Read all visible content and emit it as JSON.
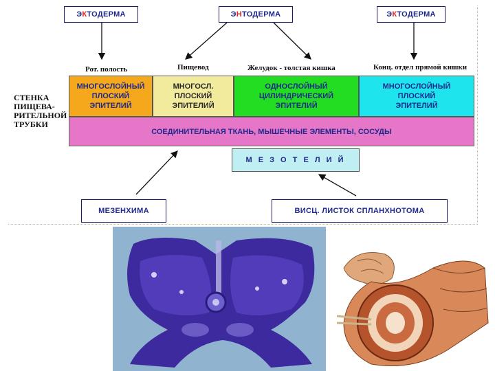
{
  "labels": {
    "ecto_left": {
      "first": "Э",
      "hl": "К",
      "rest": "ТОДЕРМА"
    },
    "endo": {
      "first": "Э",
      "hl": "Н",
      "rest": "ТОДЕРМА"
    },
    "ecto_right": {
      "first": "Э",
      "hl": "К",
      "rest": "ТОДЕРМА"
    },
    "mesenchyme": "МЕЗЕНХИМА",
    "splanchnotome": "ВИСЦ. ЛИСТОК СПЛАНХНОТОМА",
    "mesothelium": "М Е З О Т Е Л И Й"
  },
  "sublabels": {
    "oral": "Рот. полость",
    "esophagus": "Пищевод",
    "stomach": "Желудок - толстая кишка",
    "rectum": "Конц. отдел прямой кишки"
  },
  "wall_label": [
    "СТЕНКА",
    "ПИЩЕВА-",
    "РИТЕЛЬНОЙ",
    "ТРУБКИ"
  ],
  "segments": [
    {
      "lines": [
        "МНОГОСЛОЙНЫЙ",
        "ПЛОСКИЙ",
        "ЭПИТЕЛИЙ"
      ],
      "color": "#f5a81c"
    },
    {
      "lines": [
        "МНОГОСЛ.",
        "ПЛОСКИЙ",
        "ЭПИТЕЛИЙ"
      ],
      "color": "#f2eb9e"
    },
    {
      "lines": [
        "ОДНОСЛОЙНЫЙ",
        "ЦИЛИНДРИЧЕСКИЙ",
        "ЭПИТЕЛИЙ"
      ],
      "color": "#22dd22"
    },
    {
      "lines": [
        "МНОГОСЛОЙНЫЙ",
        "ПЛОСКИЙ",
        "ЭПИТЕЛИЙ"
      ],
      "color": "#1ee4ee"
    }
  ],
  "connective": "СОЕДИНИТЕЛЬНАЯ ТКАНЬ, МЫШЕЧНЫЕ ЭЛЕМЕНТЫ, СОСУДЫ",
  "colors": {
    "connective": "#e676c8",
    "mesothelium": "#bfeff2",
    "label_text": "#1f2a8c",
    "highlight": "#dd2222"
  }
}
